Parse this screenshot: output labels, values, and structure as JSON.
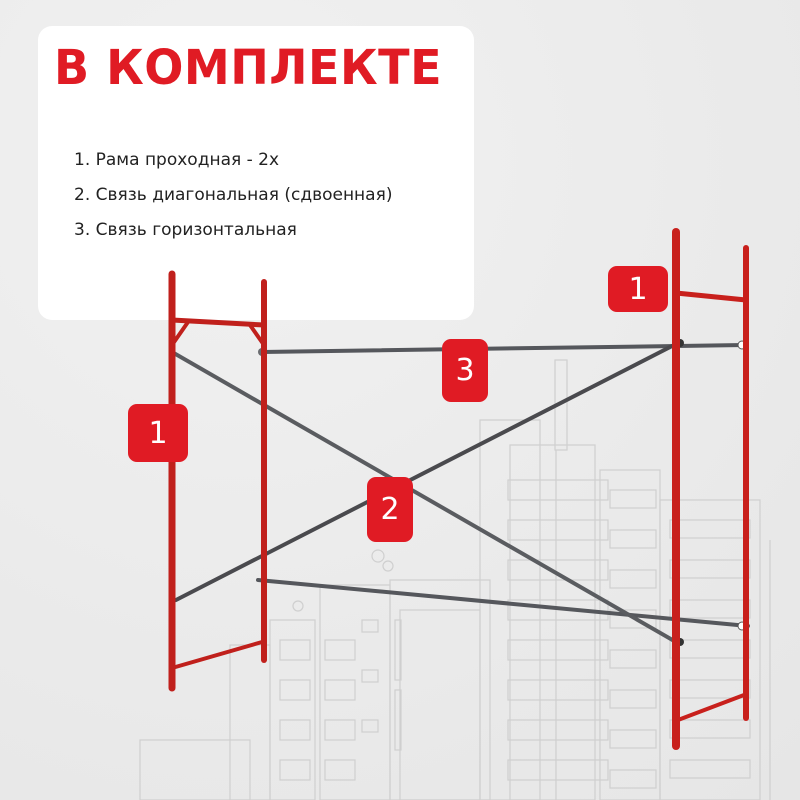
{
  "heading": "В КОМПЛЕКТЕ",
  "items": [
    "1. Рама проходная - 2х",
    "2. Связь диагональная (сдвоенная)",
    "3. Связь горизонтальная"
  ],
  "badges": {
    "left_frame": "1",
    "right_frame": "1",
    "diagonal": "2",
    "horizontal": "3"
  },
  "colors": {
    "accent": "#e01b24",
    "frame": "#c8201c",
    "brace": "#4a4a4e",
    "background": "#eeeeee",
    "card": "#ffffff"
  }
}
